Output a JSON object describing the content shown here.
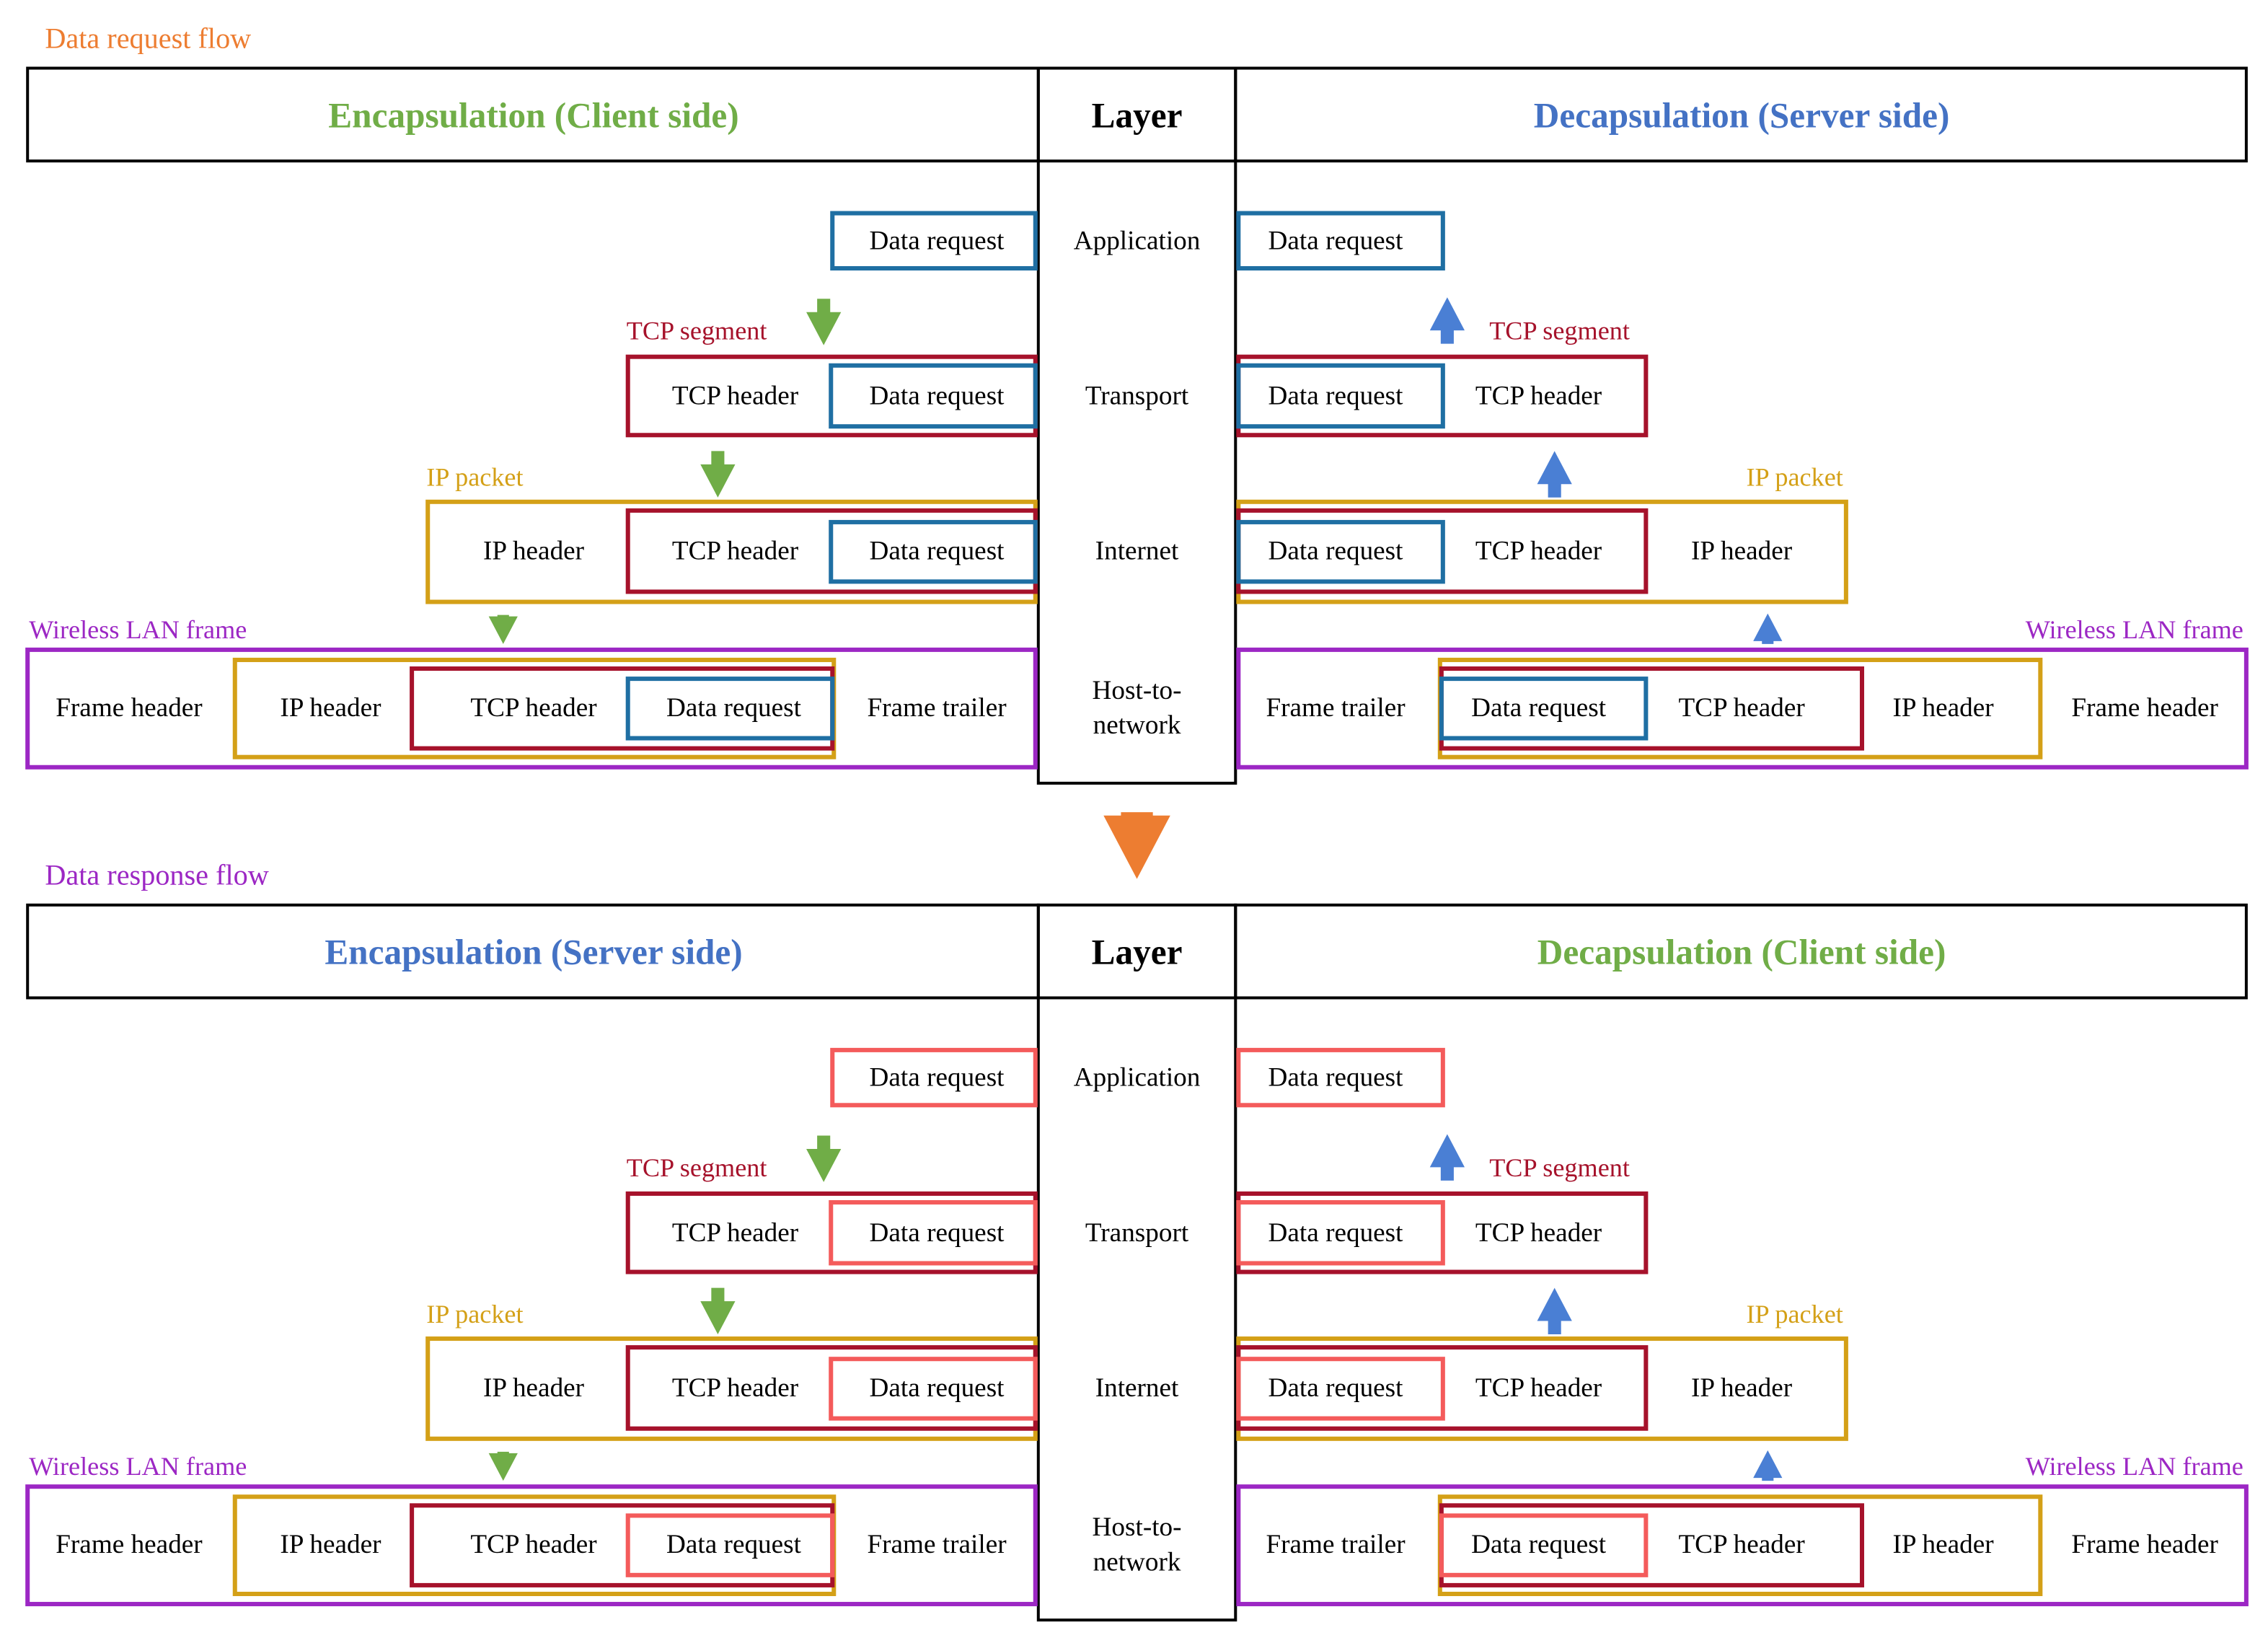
{
  "colors": {
    "request_flow": "#ed7d31",
    "response_flow": "#9c27c4",
    "client": "#70ad47",
    "server": "#4472c4",
    "tcp": "#a6122b",
    "ip": "#d4a017",
    "frame": "#9c27c4",
    "data_request_box": "#1f6fa3",
    "data_response_box": "#f45b5b",
    "arrow_down": "#70ad47",
    "arrow_up": "#4a7fd4",
    "arrow_between": "#ed7d31"
  },
  "request_flow": {
    "title": "Data request flow",
    "left_header": "Encapsulation (Client side)",
    "layer_header": "Layer",
    "right_header": "Decapsulation (Server side)"
  },
  "response_flow": {
    "title": "Data response flow",
    "left_header": "Encapsulation (Server side)",
    "layer_header": "Layer",
    "right_header": "Decapsulation (Client side)"
  },
  "layers": {
    "application": "Application",
    "transport": "Transport",
    "internet": "Internet",
    "host_line1": "Host-to-",
    "host_line2": "network"
  },
  "labels": {
    "tcp_segment": "TCP segment",
    "ip_packet": "IP packet",
    "wireless_lan_frame": "Wireless LAN frame"
  },
  "boxes": {
    "data_request": "Data request",
    "tcp_header": "TCP header",
    "ip_header": "IP header",
    "frame_header": "Frame header",
    "frame_trailer": "Frame trailer"
  }
}
